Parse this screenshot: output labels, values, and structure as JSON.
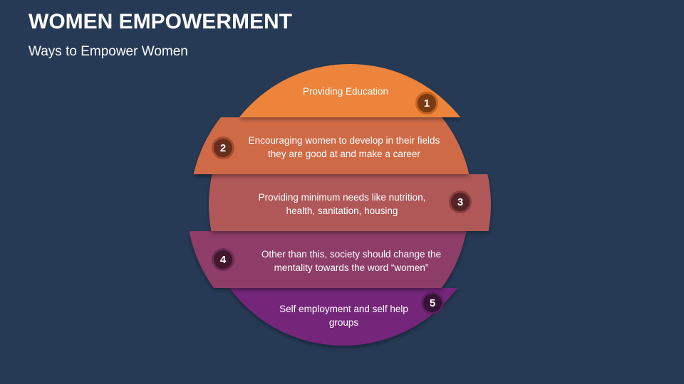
{
  "header": {
    "title": "WOMEN EMPOWERMENT",
    "subtitle": "Ways to Empower Women"
  },
  "colors": {
    "background": "#263a55",
    "step1": "#ec843a",
    "step2": "#cf6b47",
    "step3": "#b05858",
    "step4": "#8e3c68",
    "step5": "#74277a"
  },
  "steps": [
    {
      "number": "1",
      "text": "Providing Education",
      "color": "#ec843a",
      "badge_color": "#7a3a12"
    },
    {
      "number": "2",
      "text": "Encouraging women to develop in their fields they are good at and make a career",
      "color": "#cf6b47",
      "badge_color": "#6a2e1c"
    },
    {
      "number": "3",
      "text": "Providing minimum needs like nutrition, health, sanitation, housing",
      "color": "#b05858",
      "badge_color": "#532326"
    },
    {
      "number": "4",
      "text": "Other than this, society should change the mentality towards the word “women”",
      "color": "#8e3c68",
      "badge_color": "#43182f"
    },
    {
      "number": "5",
      "text": "Self employment and self help groups",
      "color": "#74277a",
      "badge_color": "#361238"
    }
  ]
}
